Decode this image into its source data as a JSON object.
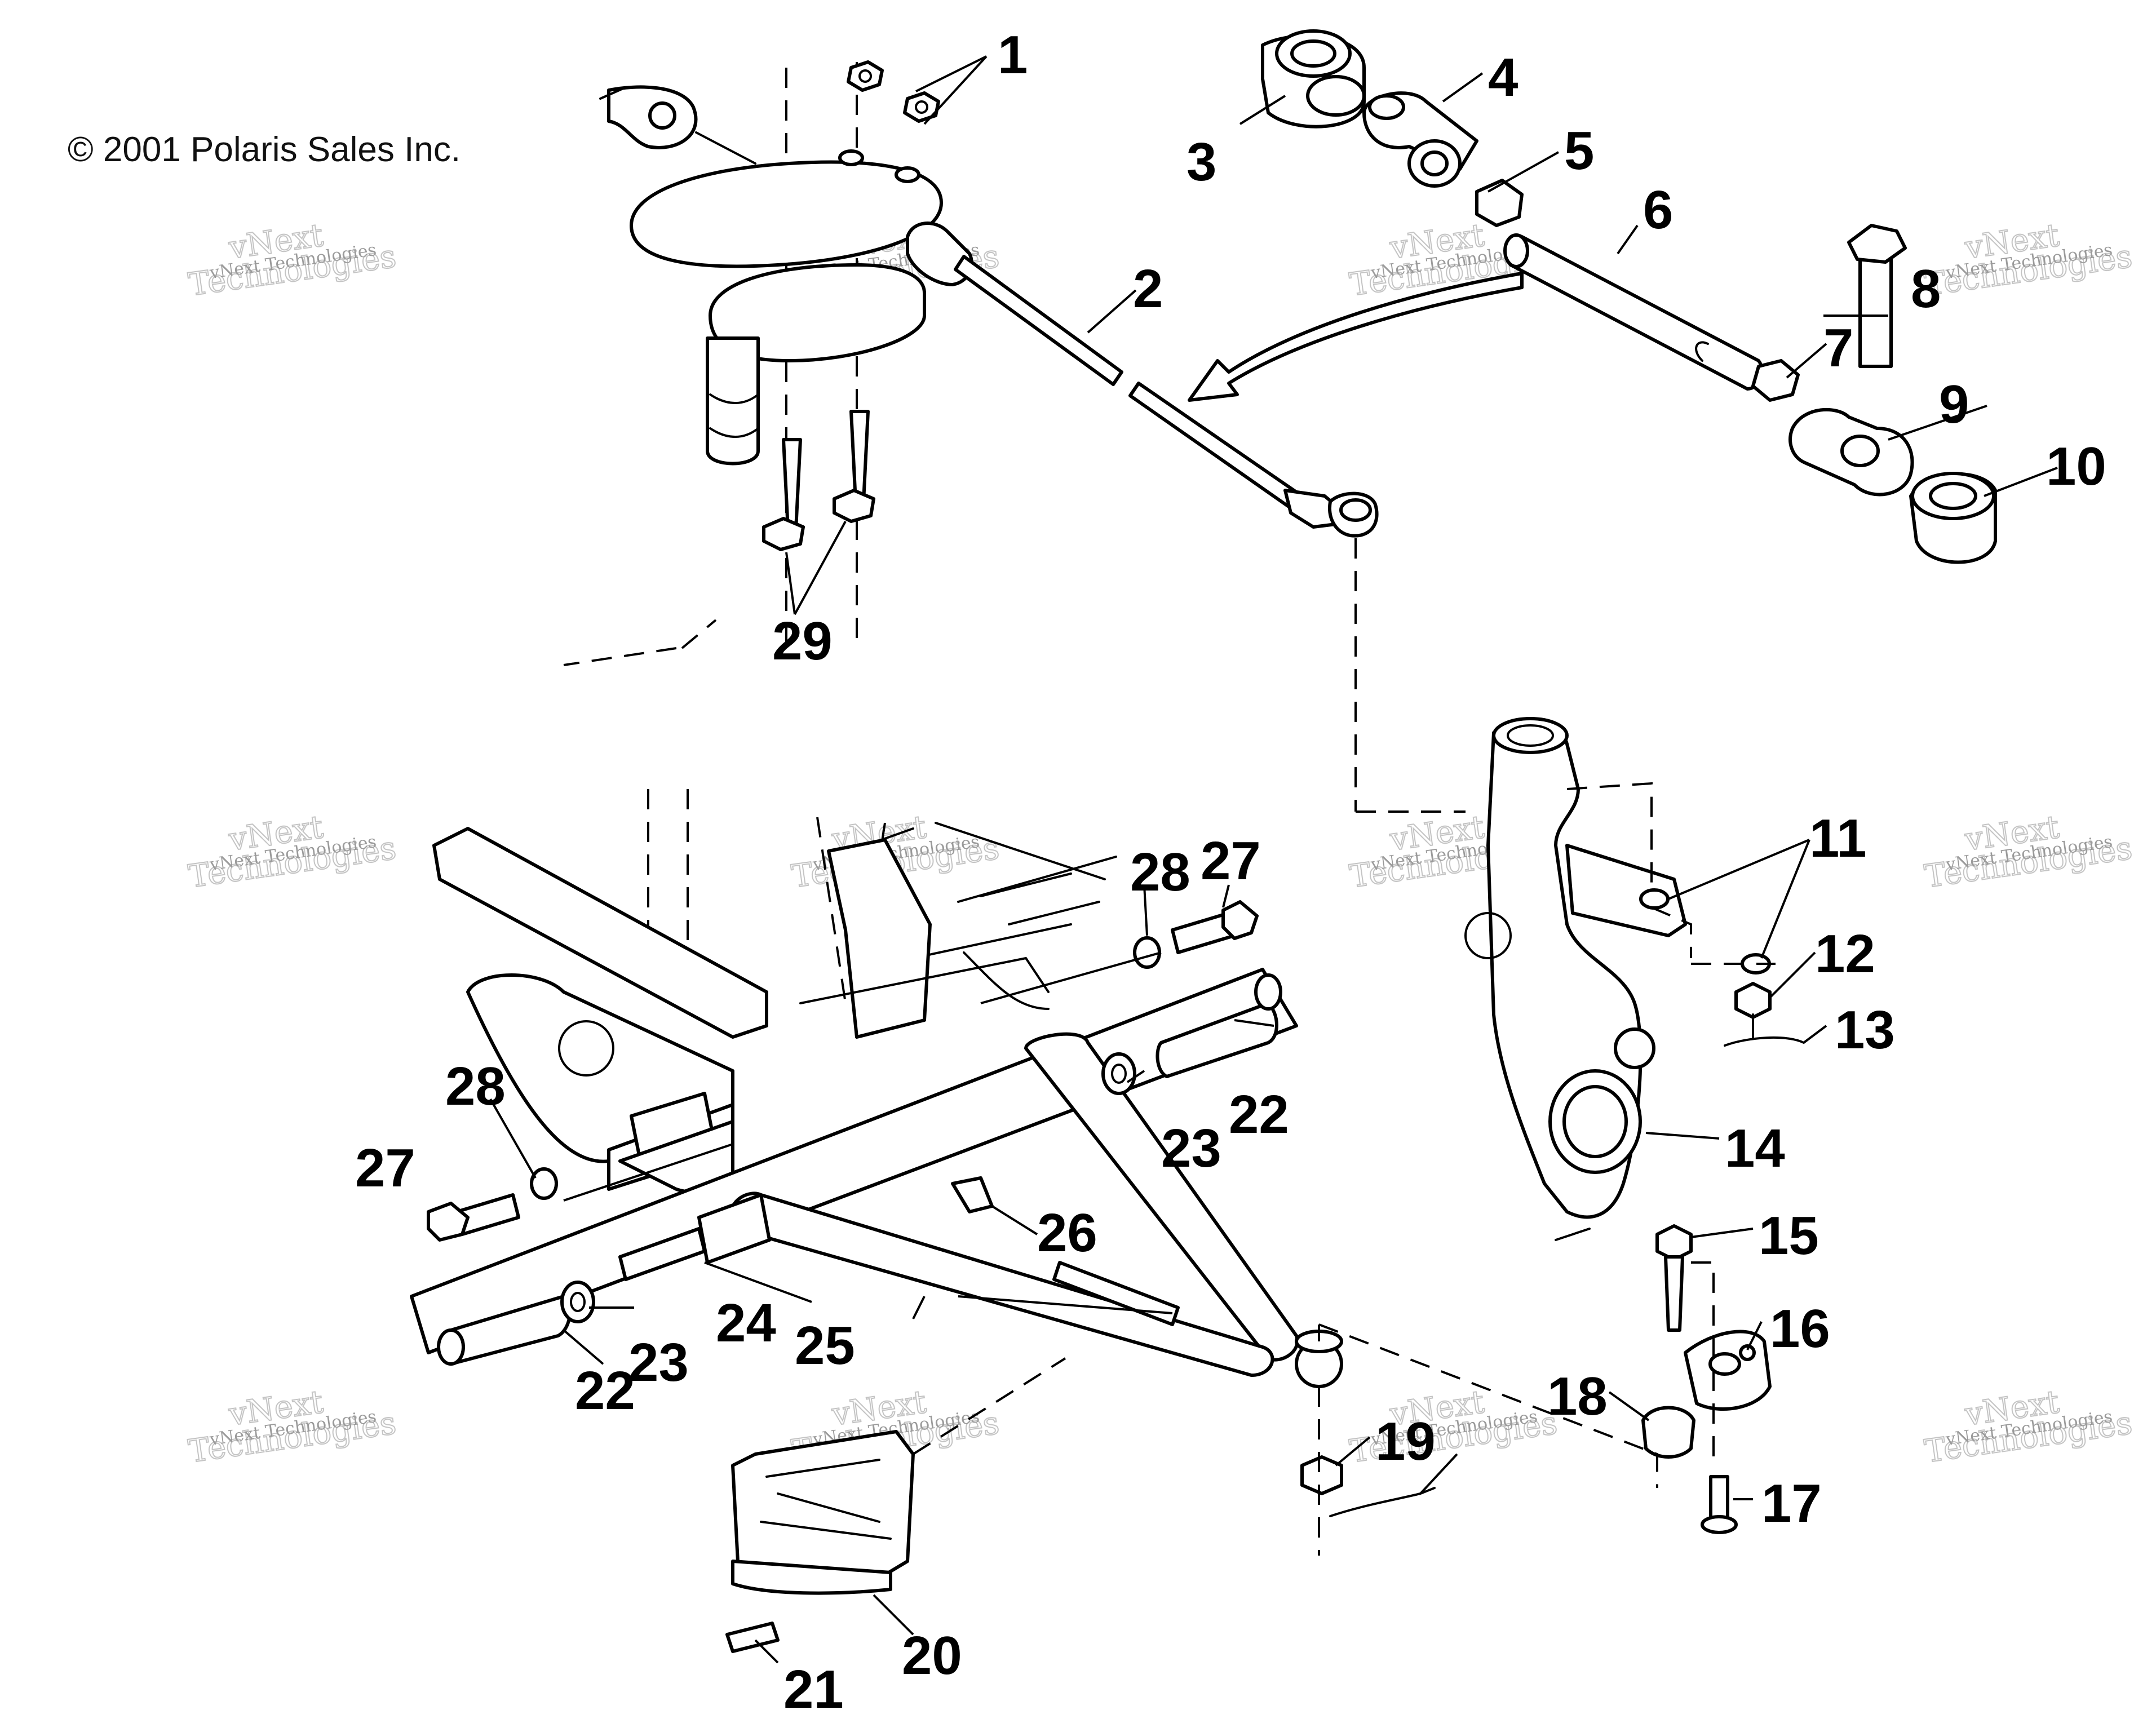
{
  "copyright": "© 2001 Polaris Sales Inc.",
  "watermark": {
    "line1": "vNext Technologies",
    "line2": "vNext",
    "line3": "Technologies"
  },
  "callouts": [
    {
      "id": 1,
      "label": "1"
    },
    {
      "id": 2,
      "label": "2"
    },
    {
      "id": 3,
      "label": "3"
    },
    {
      "id": 4,
      "label": "4"
    },
    {
      "id": 5,
      "label": "5"
    },
    {
      "id": 6,
      "label": "6"
    },
    {
      "id": 7,
      "label": "7"
    },
    {
      "id": 8,
      "label": "8"
    },
    {
      "id": 9,
      "label": "9"
    },
    {
      "id": 10,
      "label": "10"
    },
    {
      "id": 11,
      "label": "11"
    },
    {
      "id": 12,
      "label": "12"
    },
    {
      "id": 13,
      "label": "13"
    },
    {
      "id": 14,
      "label": "14"
    },
    {
      "id": 15,
      "label": "15"
    },
    {
      "id": 16,
      "label": "16"
    },
    {
      "id": 17,
      "label": "17"
    },
    {
      "id": 18,
      "label": "18"
    },
    {
      "id": 19,
      "label": "19"
    },
    {
      "id": 20,
      "label": "20"
    },
    {
      "id": 21,
      "label": "21"
    },
    {
      "id": 22,
      "label": "22"
    },
    {
      "id": 23,
      "label": "23"
    },
    {
      "id": 24,
      "label": "24"
    },
    {
      "id": 25,
      "label": "25"
    },
    {
      "id": 26,
      "label": "26"
    },
    {
      "id": 27,
      "label": "27"
    },
    {
      "id": 28,
      "label": "28"
    },
    {
      "id": 29,
      "label": "29"
    }
  ]
}
